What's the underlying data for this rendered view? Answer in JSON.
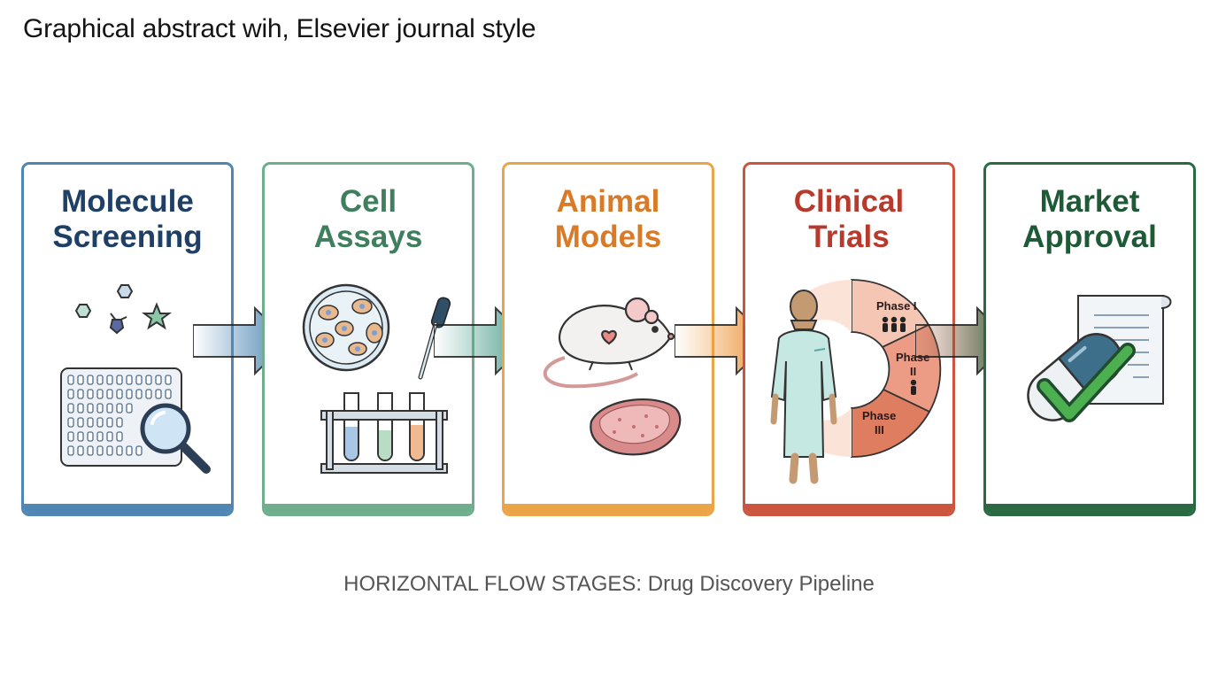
{
  "page": {
    "title": "Graphical abstract wih, Elsevier journal style",
    "caption": "HORIZONTAL FLOW STAGES: Drug Discovery Pipeline"
  },
  "stages": [
    {
      "line1": "Molecule",
      "line2": "Screening",
      "color": "#1e3f66",
      "border": "#4f86b3"
    },
    {
      "line1": "Cell",
      "line2": "Assays",
      "color": "#3f7f5e",
      "border": "#6fae8c"
    },
    {
      "line1": "Animal",
      "line2": "Models",
      "color": "#d97a26",
      "border": "#eca448"
    },
    {
      "line1": "Clinical",
      "line2": "Trials",
      "color": "#b83a2c",
      "border": "#cc5540"
    },
    {
      "line1": "Market",
      "line2": "Approval",
      "color": "#1f5a36",
      "border": "#2a6a42"
    }
  ],
  "trials": {
    "phase1": "Phase I",
    "phase2a": "Phase",
    "phase2b": "II",
    "phase3a": "Phase",
    "phase3b": "III"
  },
  "icons": [
    "molecule-icon",
    "well-plate-icon",
    "magnifier-icon",
    "petri-dish-icon",
    "dropper-icon",
    "test-tube-rack-icon",
    "mouse-icon",
    "tissue-icon",
    "patient-icon",
    "phase-ring-icon",
    "document-icon",
    "capsule-icon",
    "checkmark-icon"
  ]
}
